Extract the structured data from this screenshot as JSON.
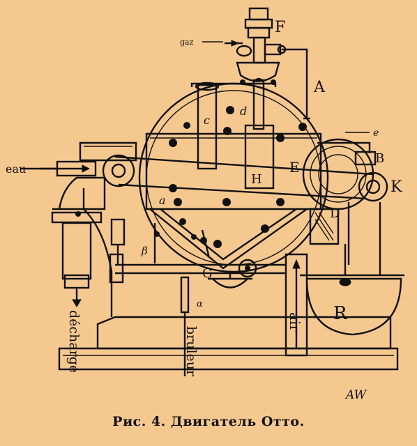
{
  "caption": {
    "fig": "Рис. 4.",
    "title": "Двигатель Отто."
  },
  "labels": {
    "gaz": "gaz",
    "F": "F",
    "A": "A",
    "c": "c",
    "d": "d",
    "e": "e",
    "B": "B",
    "eau": "eau",
    "E": "E",
    "H": "H",
    "K": "K",
    "a": "a",
    "D": "D",
    "beta": "β",
    "G": "G",
    "alpha": "α",
    "R": "R",
    "air": "air",
    "bruleur": "bruleur",
    "decharge": "décharge",
    "signature": "AW"
  },
  "colors": {
    "paper": "#f5c890",
    "ink": "#111111"
  }
}
